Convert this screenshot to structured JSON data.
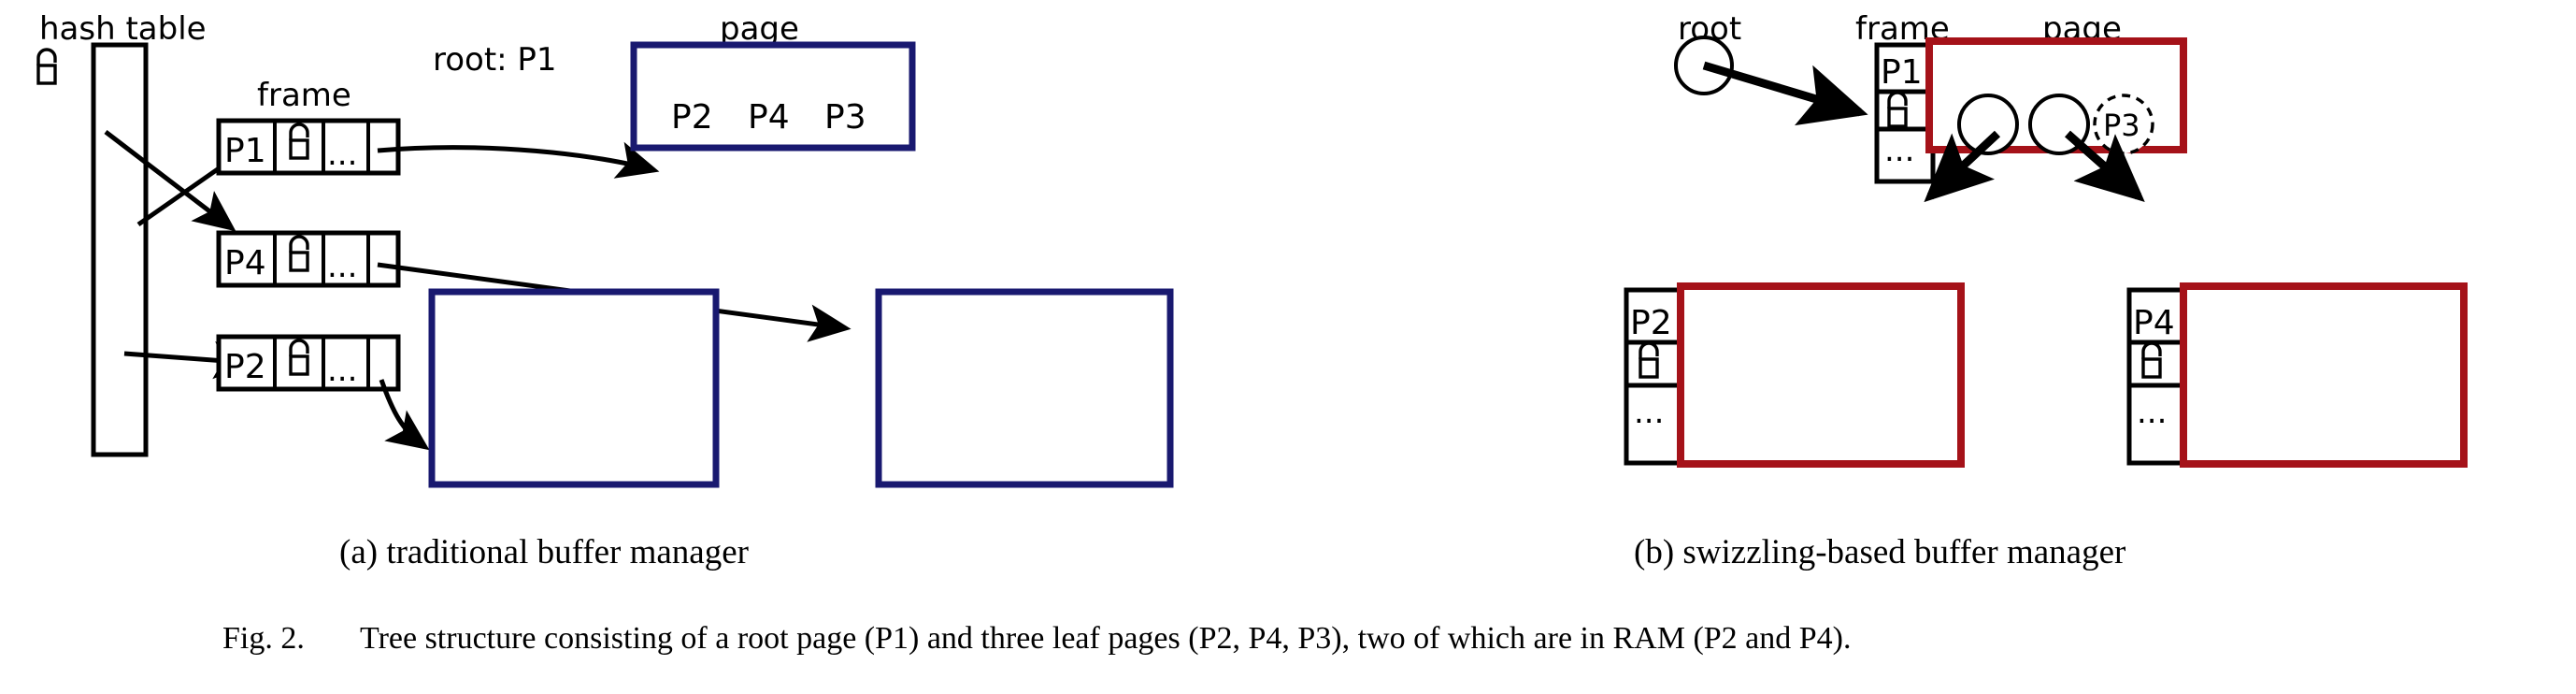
{
  "figure": {
    "caption_prefix": "Fig. 2.",
    "caption_text": "Tree structure consisting of a root page (P1) and three leaf pages (P2, P4, P3), two of which are in RAM (P2 and P4)."
  },
  "colors": {
    "page_border_traditional": "#191970",
    "page_border_swizzling": "#a51219",
    "stroke": "#000000",
    "background": "#ffffff"
  },
  "panel_a": {
    "subcaption": "(a) traditional buffer manager",
    "labels": {
      "hash_table": "hash table",
      "frame": "frame",
      "root": "root: P1",
      "page": "page"
    },
    "hash_table": {
      "lock_icon": "lock-icon"
    },
    "frames": [
      {
        "id": "P1",
        "lock": "lock-icon",
        "more": "...",
        "pointer": ""
      },
      {
        "id": "P4",
        "lock": "lock-icon",
        "more": "...",
        "pointer": ""
      },
      {
        "id": "P2",
        "lock": "lock-icon",
        "more": "...",
        "pointer": ""
      }
    ],
    "root_page_contents": [
      "P2",
      "P4",
      "P3"
    ],
    "leaf_pages": [
      {
        "name": "leaf-page-left",
        "contents": ""
      },
      {
        "name": "leaf-page-right",
        "contents": ""
      }
    ]
  },
  "panel_b": {
    "subcaption": "(b) swizzling-based buffer manager",
    "labels": {
      "root": "root",
      "frame": "frame",
      "page": "page"
    },
    "root_frame": {
      "id": "P1",
      "lock": "lock-icon",
      "more": "..."
    },
    "root_page_pointers": [
      {
        "type": "swizzled",
        "label": ""
      },
      {
        "type": "swizzled",
        "label": ""
      },
      {
        "type": "unswizzled",
        "label": "P3"
      }
    ],
    "leaf_frames": [
      {
        "id": "P2",
        "lock": "lock-icon",
        "more": "..."
      },
      {
        "id": "P4",
        "lock": "lock-icon",
        "more": "..."
      }
    ]
  }
}
